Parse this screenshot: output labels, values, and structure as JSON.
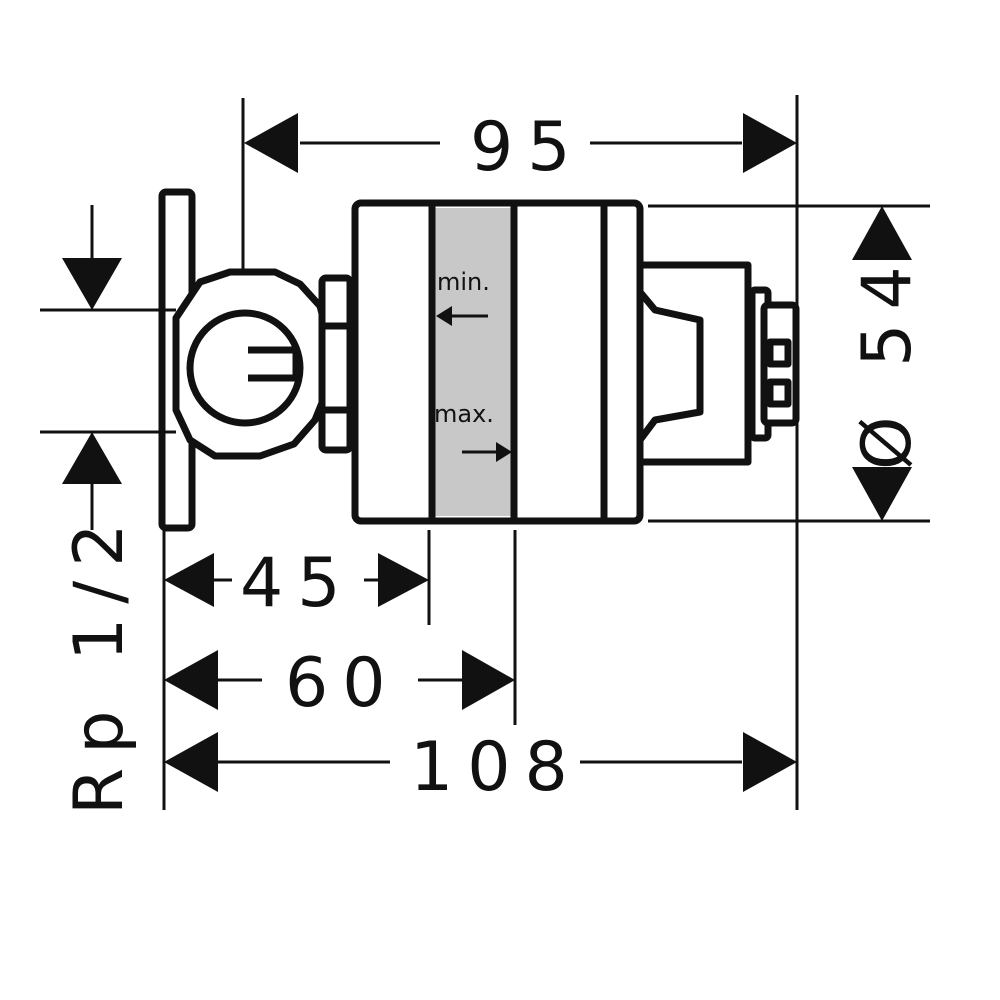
{
  "dimensions": {
    "width_95": "95",
    "diameter_54": "Ø 54",
    "depth_45": "45",
    "depth_60": "60",
    "length_108": "108",
    "thread": "Rp 1/2"
  },
  "labels": {
    "min": "min.",
    "max": "max."
  },
  "colors": {
    "line": "#111111",
    "adjust_zone": "#c8c8c8",
    "background": "#ffffff"
  }
}
